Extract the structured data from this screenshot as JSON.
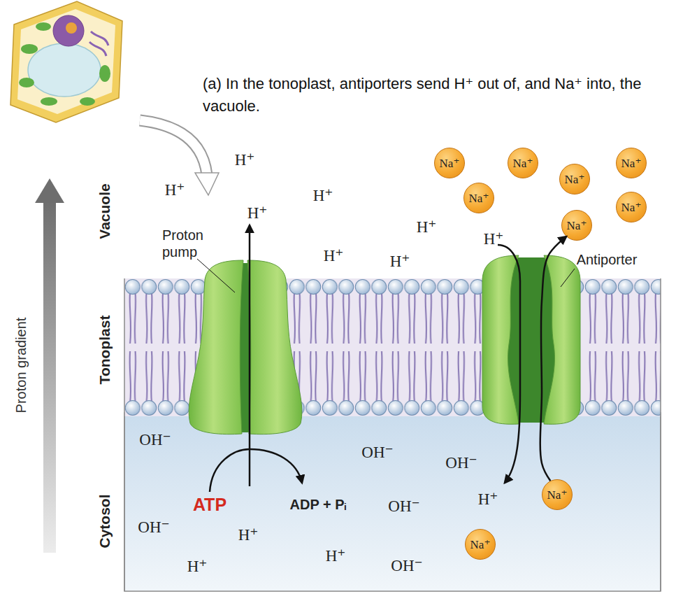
{
  "diagram": {
    "title": "(a) In the tonoplast, antiporters send H⁺ out of, and Na⁺ into, the vacuole.",
    "nodes": [
      {
        "text": [
          "Na⁺"
        ]
      },
      {
        "text": [
          "Na⁺"
        ]
      },
      {
        "text": [
          "Na⁺"
        ]
      },
      {
        "text": [
          "Na⁺"
        ]
      },
      {
        "text": [
          "Na⁺"
        ]
      },
      {
        "text": [
          "Na⁺"
        ]
      },
      {
        "text": [
          "Na⁺"
        ]
      },
      {
        "text": [
          "Na⁺"
        ]
      },
      {
        "text": [
          "Na⁺"
        ]
      }
    ],
    "edges": [
      {
        "from": 7,
        "to": 6,
        "arrow": "to"
      }
    ],
    "labels": [
      "Proton gradient",
      "Vacuole",
      "Tonoplast",
      "Cytosol",
      "Proton pump",
      "Antiporter",
      "ATP",
      "ADP + Pᵢ",
      "H⁺",
      "H⁺",
      "H⁺",
      "H⁺",
      "H⁺",
      "H⁺",
      "H⁺",
      "H⁺",
      "H⁺",
      "H⁺",
      "H⁺",
      "H⁺",
      "OH⁻",
      "OH⁻",
      "OH⁻",
      "OH⁻",
      "OH⁻",
      "OH⁻"
    ]
  }
}
